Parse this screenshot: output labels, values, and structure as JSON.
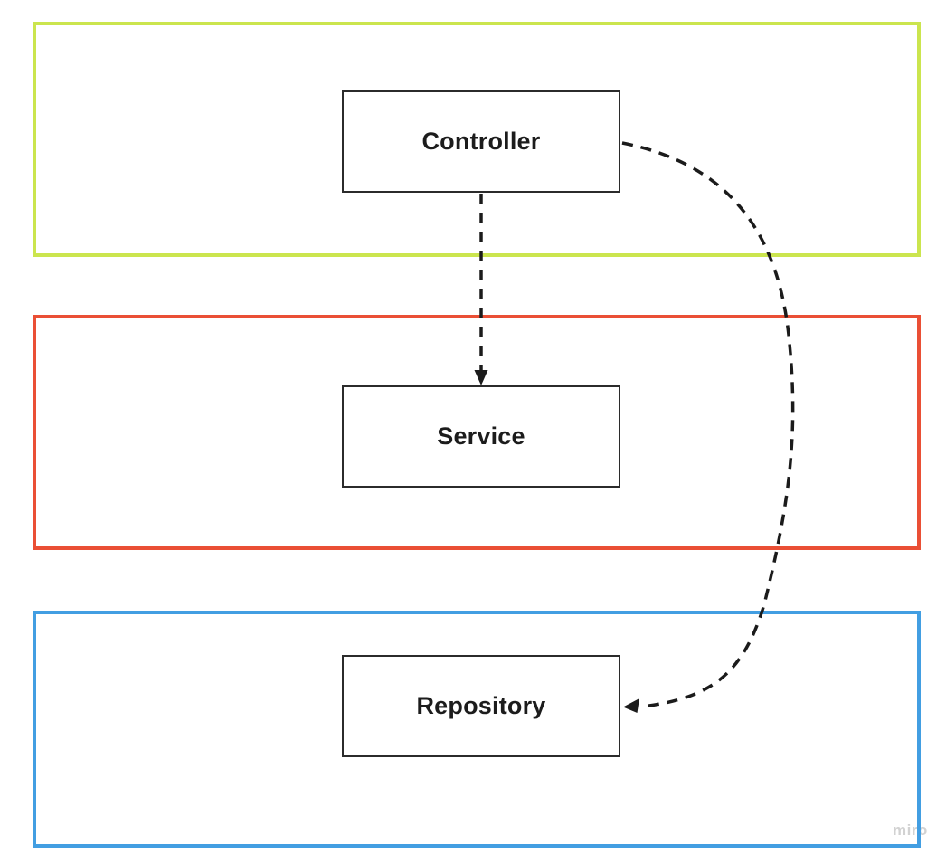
{
  "diagram": {
    "type": "layered-architecture",
    "tool_watermark": "miro",
    "nodes": [
      {
        "id": "controller",
        "label": "Controller"
      },
      {
        "id": "service",
        "label": "Service"
      },
      {
        "id": "repository",
        "label": "Repository"
      }
    ],
    "layers": [
      {
        "id": "controller-layer",
        "border_color": "#cbe54e"
      },
      {
        "id": "service-layer",
        "border_color": "#ea4f35"
      },
      {
        "id": "repository-layer",
        "border_color": "#429ee2"
      }
    ],
    "edges": [
      {
        "id": "controller-to-service",
        "from": "Controller",
        "to": "Service",
        "line_style": "dashed",
        "shape": "straight",
        "color": "#1b1b1b"
      },
      {
        "id": "controller-to-repository",
        "from": "Controller",
        "to": "Repository",
        "line_style": "dashed",
        "shape": "curved",
        "color": "#1b1b1b"
      }
    ],
    "node_style": {
      "border_color": "#2b2b2b",
      "text_color": "#1c1c1c",
      "fill": "#ffffff"
    }
  }
}
